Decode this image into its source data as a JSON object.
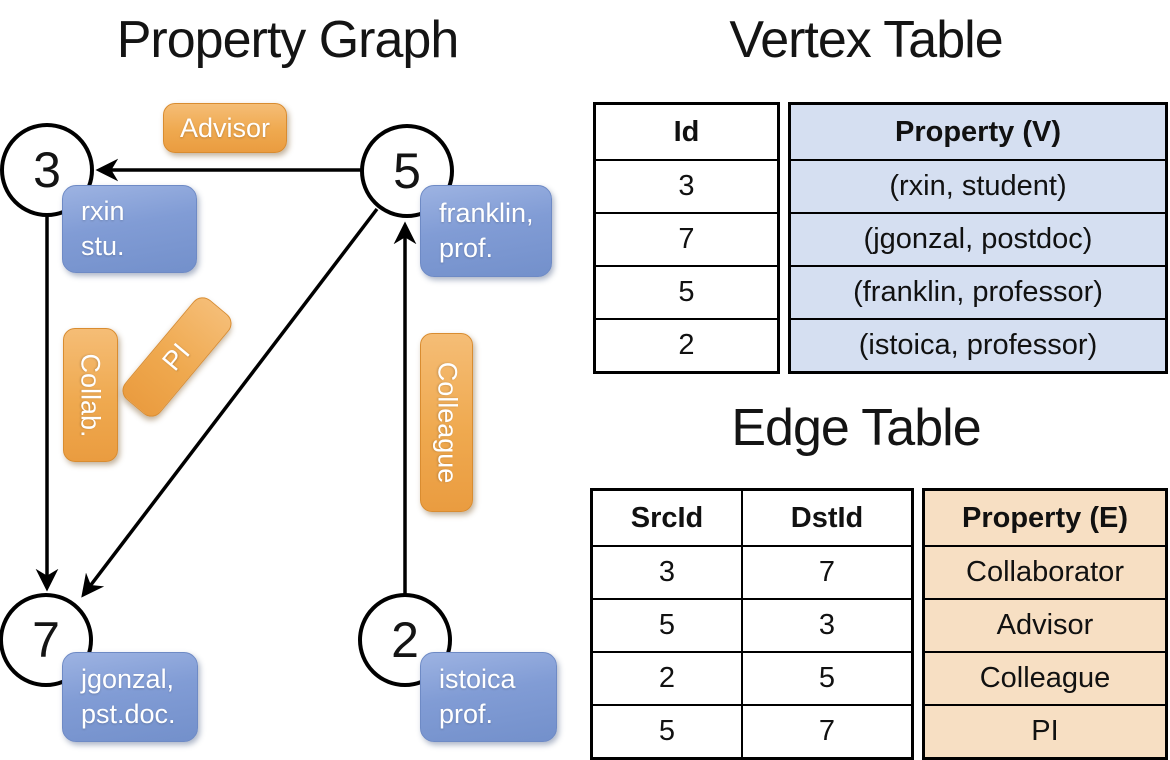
{
  "graph": {
    "title": "Property Graph",
    "nodes": {
      "n3": {
        "id": "3",
        "line1": "rxin",
        "line2": "stu."
      },
      "n5": {
        "id": "5",
        "line1": "franklin,",
        "line2": "prof."
      },
      "n7": {
        "id": "7",
        "line1": "jgonzal,",
        "line2": "pst.doc."
      },
      "n2": {
        "id": "2",
        "line1": "istoica",
        "line2": "prof."
      }
    },
    "edge_labels": {
      "advisor": "Advisor",
      "collab": "Collab.",
      "pi": "PI",
      "colleague": "Colleague"
    }
  },
  "vertex_table": {
    "title": "Vertex Table",
    "columns": {
      "id": "Id",
      "property": "Property (V)"
    },
    "rows": [
      {
        "id": "3",
        "property": "(rxin, student)"
      },
      {
        "id": "7",
        "property": "(jgonzal, postdoc)"
      },
      {
        "id": "5",
        "property": "(franklin, professor)"
      },
      {
        "id": "2",
        "property": "(istoica, professor)"
      }
    ]
  },
  "edge_table": {
    "title": "Edge Table",
    "columns": {
      "src": "SrcId",
      "dst": "DstId",
      "property": "Property (E)"
    },
    "rows": [
      {
        "src": "3",
        "dst": "7",
        "property": "Collaborator"
      },
      {
        "src": "5",
        "dst": "3",
        "property": "Advisor"
      },
      {
        "src": "2",
        "dst": "5",
        "property": "Colleague"
      },
      {
        "src": "5",
        "dst": "7",
        "property": "PI"
      }
    ]
  },
  "colors": {
    "edge_label_orange": "#EA9C40",
    "vertex_label_blue": "#7B97D1",
    "vertex_cell_bg": "#D5DFF1",
    "edge_cell_bg": "#F7DFC3",
    "line_black": "#000000"
  }
}
